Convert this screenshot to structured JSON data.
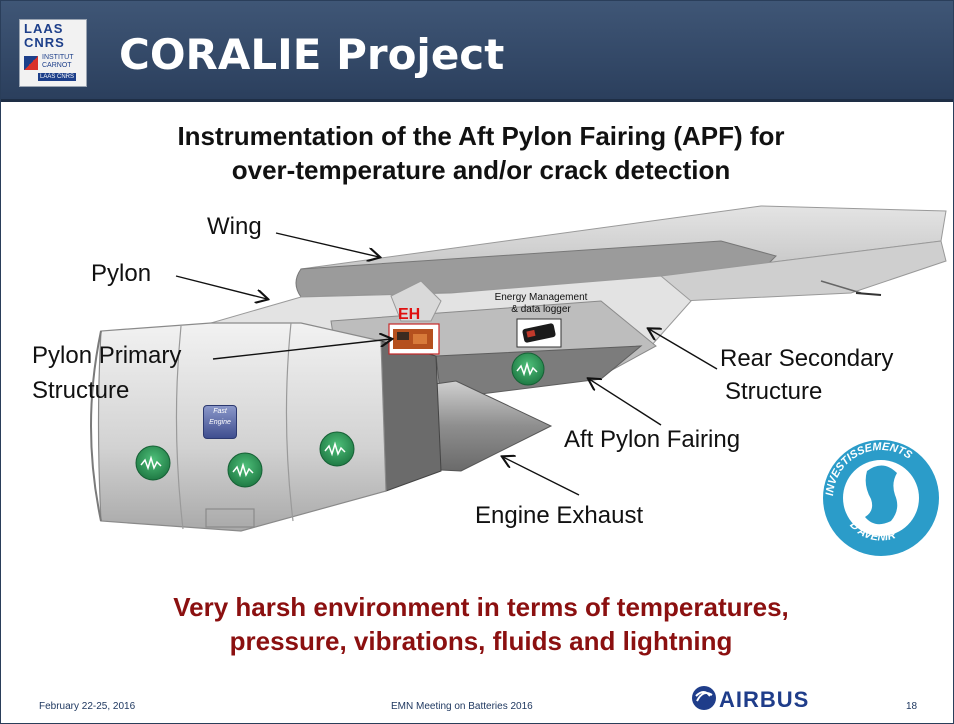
{
  "header": {
    "title": "CORALIE Project",
    "logo": {
      "line1": "LAAS",
      "line2": "CNRS",
      "line3": "INSTITUT",
      "line4": "CARNOT",
      "line5": "LAAS CNRS"
    }
  },
  "subtitle": {
    "line1": "Instrumentation of the Aft Pylon Fairing (APF) for",
    "line2": "over-temperature and/or crack detection"
  },
  "diagram_labels": {
    "wing": "Wing",
    "pylon": "Pylon",
    "pylon_primary_line1": "Pylon Primary",
    "pylon_primary_line2": "Structure",
    "rear_secondary_line1": "Rear Secondary",
    "rear_secondary_line2": "Structure",
    "aft_pylon_fairing": "Aft Pylon Fairing",
    "engine_exhaust": "Engine Exhaust",
    "energy_mgmt_line1": "Energy Management",
    "energy_mgmt_line2": "& data logger",
    "eh": "EH",
    "fast_engine_line1": "Fast",
    "fast_engine_line2": "Engine"
  },
  "seal": {
    "top_text": "INVESTISSEMENTS",
    "bottom_text": "D'AVENIR"
  },
  "bottom_text": {
    "line1": "Very harsh environment in terms of temperatures,",
    "line2": "pressure, vibrations, fluids and lightning"
  },
  "footer": {
    "date": "February 22-25, 2016",
    "event": "EMN Meeting on Batteries 2016",
    "brand": "AIRBUS",
    "page": "18"
  },
  "colors": {
    "header_bg": "#34496a",
    "bottom_text": "#8b1010",
    "eh": "#e01010",
    "sensor": "#2f9a5a"
  }
}
